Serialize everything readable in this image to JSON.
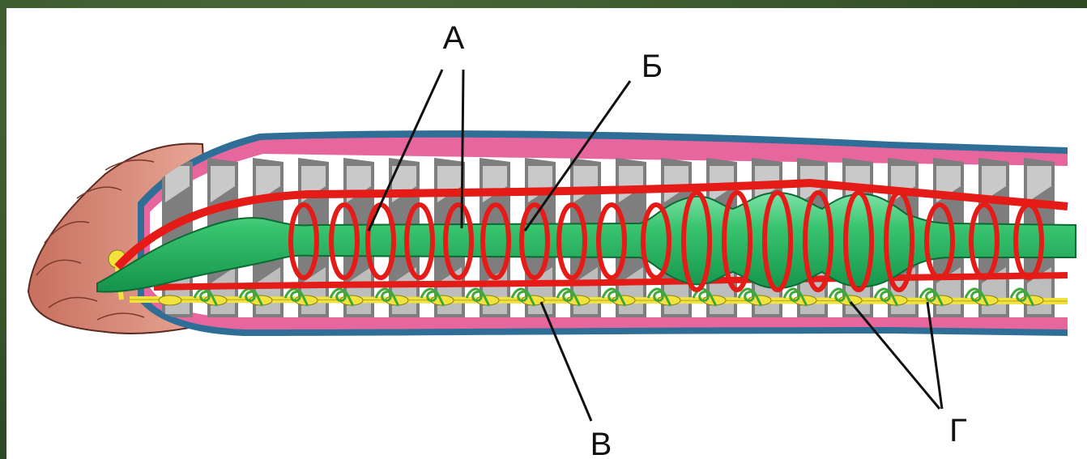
{
  "diagram": {
    "labels": {
      "a": "А",
      "b": "Б",
      "v": "В",
      "g": "Г"
    },
    "colors": {
      "blood_vessel": "#e41b17",
      "gut": "#2cc26a",
      "nerve_cord": "#f2e33c",
      "nephridia": "#3fa83a",
      "body_wall": "#e8669e",
      "cuticle": "#2f6e97",
      "septa": "#7e7e7e",
      "head": "#d98c7c"
    }
  }
}
